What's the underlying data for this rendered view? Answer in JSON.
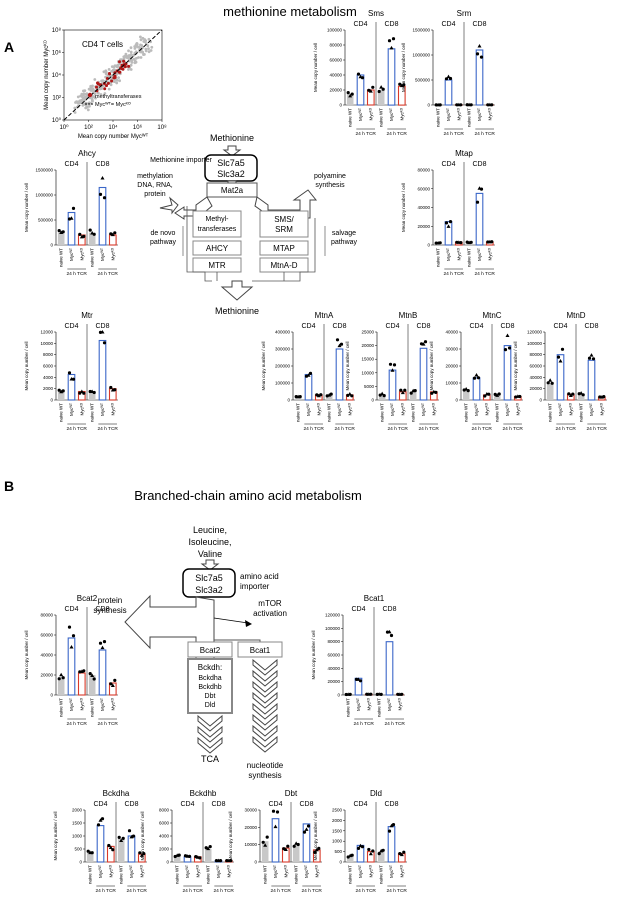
{
  "sectionA": {
    "letter": "A",
    "title": "methionine metabolism",
    "scatter": {
      "label": "CD4 T cells",
      "xlabel": "Mean copy number Mycᵂᵀ",
      "ylabel": "Mean copy number Mycᴷᴼ",
      "legend_dot": "methyltransferases",
      "legend_line": "Mycᵂᵀ= Mycᴷᴼ",
      "xticks": [
        "10⁰",
        "10²",
        "10⁴",
        "10⁶",
        "10⁸"
      ],
      "yticks": [
        "10⁰",
        "10²",
        "10⁴",
        "10⁶",
        "10⁸"
      ]
    },
    "diagram": {
      "methionine_top": "Methionine",
      "methionine_importer": "Methionine importer",
      "transporter1": "Slc7a5",
      "transporter2": "Slc3a2",
      "mat2a": "Mat2a",
      "methylation_1": "methylation",
      "methylation_2": "DNA, RNA,",
      "methylation_3": "protein",
      "polyamine_1": "polyamine",
      "polyamine_2": "synthesis",
      "methyltransferases_1": "Methyl-",
      "methyltransferases_2": "transferases",
      "sms_srm_1": "SMS/",
      "sms_srm_2": "SRM",
      "de_novo_1": "de novo",
      "de_novo_2": "pathway",
      "salvage_1": "salvage",
      "salvage_2": "pathway",
      "ahcy": "AHCY",
      "mtap": "MTAP",
      "mtr": "MTR",
      "mtna_d": "MtnA-D",
      "methionine_bottom": "Methionine"
    }
  },
  "sectionB": {
    "letter": "B",
    "title": "Branched-chain amino acid metabolism",
    "diagram": {
      "substrates_1": "Leucine,",
      "substrates_2": "Isoleucine,",
      "substrates_3": "Valine",
      "transporter1": "Slc7a5",
      "transporter2": "Slc3a2",
      "importer_1": "amino acid",
      "importer_2": "importer",
      "protein_1": "protein",
      "protein_2": "synthesis",
      "mtor_1": "mTOR",
      "mtor_2": "activation",
      "bcat2": "Bcat2",
      "bcat1": "Bcat1",
      "bckdh_title": "Bckdh:",
      "bckdh_items": [
        "Bckdha",
        "Bckdhb",
        "Dbt",
        "Dld"
      ],
      "tca": "TCA",
      "nucleotide_1": "nucleotide",
      "nucleotide_2": "synthesis"
    }
  },
  "common": {
    "ylabel": "Mean copy number / cell",
    "group1": "CD4",
    "group2": "CD8",
    "xcat_naive": "naive WT",
    "xcat_wt": "Mycᵂᵀ",
    "xcat_ko": "Mycᴷᴼ",
    "tcr_label": "24 h TCR"
  },
  "colors": {
    "naive": "#c8c8c8",
    "wt": "#3a66c8",
    "ko": "#d83a2a"
  },
  "chart_data": [
    {
      "type": "bar",
      "title": "Sms",
      "categories": [
        "CD4 naive WT",
        "CD4 Myc WT",
        "CD4 Myc KO",
        "CD8 naive WT",
        "CD8 Myc WT",
        "CD8 Myc KO"
      ],
      "values": [
        15000,
        40000,
        20000,
        20000,
        75000,
        25000
      ],
      "yticks": [
        "0",
        "20000",
        "40000",
        "60000",
        "80000",
        "100000"
      ],
      "ylim": [
        0,
        100000
      ]
    },
    {
      "type": "bar",
      "title": "Srm",
      "categories": [
        "CD4 naive WT",
        "CD4 Myc WT",
        "CD4 Myc KO",
        "CD8 naive WT",
        "CD8 Myc WT",
        "CD8 Myc KO"
      ],
      "values": [
        2000,
        500000,
        5000,
        5000,
        1100000,
        5000
      ],
      "yticks": [
        "0",
        "500000",
        "1000000",
        "1500000"
      ],
      "ylim": [
        0,
        1500000
      ]
    },
    {
      "type": "bar",
      "title": "Ahcy",
      "categories": [
        "CD4 naive WT",
        "CD4 Myc WT",
        "CD4 Myc KO",
        "CD8 naive WT",
        "CD8 Myc WT",
        "CD8 Myc KO"
      ],
      "values": [
        250000,
        650000,
        200000,
        250000,
        1150000,
        200000
      ],
      "yticks": [
        "0",
        "500000",
        "1000000",
        "1500000"
      ],
      "ylim": [
        0,
        1500000
      ]
    },
    {
      "type": "bar",
      "title": "Mtap",
      "categories": [
        "CD4 naive WT",
        "CD4 Myc WT",
        "CD4 Myc KO",
        "CD8 naive WT",
        "CD8 Myc WT",
        "CD8 Myc KO"
      ],
      "values": [
        2000,
        25000,
        3000,
        3000,
        55000,
        3000
      ],
      "yticks": [
        "0",
        "20000",
        "40000",
        "60000",
        "80000"
      ],
      "ylim": [
        0,
        80000
      ]
    },
    {
      "type": "bar",
      "title": "Mtr",
      "categories": [
        "CD4 naive WT",
        "CD4 Myc WT",
        "CD4 Myc KO",
        "CD8 naive WT",
        "CD8 Myc WT",
        "CD8 Myc KO"
      ],
      "values": [
        1500,
        4500,
        1500,
        1500,
        10500,
        2000
      ],
      "yticks": [
        "0",
        "2000",
        "4000",
        "6000",
        "8000",
        "10000",
        "12000"
      ],
      "ylim": [
        0,
        12000
      ]
    },
    {
      "type": "bar",
      "title": "MtnA",
      "categories": [
        "CD4 naive WT",
        "CD4 Myc WT",
        "CD4 Myc KO",
        "CD8 naive WT",
        "CD8 Myc WT",
        "CD8 Myc KO"
      ],
      "values": [
        20000,
        150000,
        30000,
        30000,
        300000,
        30000
      ],
      "yticks": [
        "0",
        "100000",
        "200000",
        "300000",
        "400000"
      ],
      "ylim": [
        0,
        400000
      ]
    },
    {
      "type": "bar",
      "title": "MtnB",
      "categories": [
        "CD4 naive WT",
        "CD4 Myc WT",
        "CD4 Myc KO",
        "CD8 naive WT",
        "CD8 Myc WT",
        "CD8 Myc KO"
      ],
      "values": [
        2000,
        11000,
        3000,
        3000,
        19000,
        3000
      ],
      "yticks": [
        "0",
        "5000",
        "10000",
        "15000",
        "20000",
        "25000"
      ],
      "ylim": [
        0,
        25000
      ]
    },
    {
      "type": "bar",
      "title": "MtnC",
      "categories": [
        "CD4 naive WT",
        "CD4 Myc WT",
        "CD4 Myc KO",
        "CD8 naive WT",
        "CD8 Myc WT",
        "CD8 Myc KO"
      ],
      "values": [
        6000,
        13000,
        3000,
        3000,
        32000,
        2000
      ],
      "yticks": [
        "0",
        "10000",
        "20000",
        "30000",
        "40000"
      ],
      "ylim": [
        0,
        40000
      ]
    },
    {
      "type": "bar",
      "title": "MtnD",
      "categories": [
        "CD4 naive WT",
        "CD4 Myc WT",
        "CD4 Myc KO",
        "CD8 naive WT",
        "CD8 Myc WT",
        "CD8 Myc KO"
      ],
      "values": [
        30000,
        80000,
        10000,
        10000,
        70000,
        5000
      ],
      "yticks": [
        "0",
        "20000",
        "40000",
        "60000",
        "80000",
        "100000",
        "120000"
      ],
      "ylim": [
        0,
        120000
      ]
    },
    {
      "type": "bar",
      "title": "Bcat2",
      "categories": [
        "CD4 naive WT",
        "CD4 Myc WT",
        "CD4 Myc KO",
        "CD8 naive WT",
        "CD8 Myc WT",
        "CD8 Myc KO"
      ],
      "values": [
        18000,
        57000,
        22000,
        20000,
        45000,
        12000
      ],
      "yticks": [
        "0",
        "20000",
        "40000",
        "60000",
        "80000"
      ],
      "ylim": [
        0,
        80000
      ]
    },
    {
      "type": "bar",
      "title": "Bcat1",
      "categories": [
        "CD4 naive WT",
        "CD4 Myc WT",
        "CD4 Myc KO",
        "CD8 naive WT",
        "CD8 Myc WT",
        "CD8 Myc KO"
      ],
      "values": [
        1000,
        25000,
        1000,
        1000,
        80000,
        1000
      ],
      "yticks": [
        "0",
        "20000",
        "40000",
        "60000",
        "80000",
        "100000",
        "120000"
      ],
      "ylim": [
        0,
        120000
      ]
    },
    {
      "type": "bar",
      "title": "Bckdha",
      "categories": [
        "CD4 naive WT",
        "CD4 Myc WT",
        "CD4 Myc KO",
        "CD8 naive WT",
        "CD8 Myc WT",
        "CD8 Myc KO"
      ],
      "values": [
        400,
        1400,
        600,
        900,
        1000,
        300
      ],
      "yticks": [
        "0",
        "500",
        "1000",
        "1500",
        "2000"
      ],
      "ylim": [
        0,
        2000
      ]
    },
    {
      "type": "bar",
      "title": "Bckdhb",
      "categories": [
        "CD4 naive WT",
        "CD4 Myc WT",
        "CD4 Myc KO",
        "CD8 naive WT",
        "CD8 Myc WT",
        "CD8 Myc KO"
      ],
      "values": [
        1000,
        800,
        800,
        2000,
        200,
        200
      ],
      "yticks": [
        "0",
        "2000",
        "4000",
        "6000",
        "8000"
      ],
      "ylim": [
        0,
        8000
      ]
    },
    {
      "type": "bar",
      "title": "Dbt",
      "categories": [
        "CD4 naive WT",
        "CD4 Myc WT",
        "CD4 Myc KO",
        "CD8 naive WT",
        "CD8 Myc WT",
        "CD8 Myc KO"
      ],
      "values": [
        12000,
        25000,
        8000,
        10000,
        22000,
        7000
      ],
      "yticks": [
        "0",
        "10000",
        "20000",
        "30000"
      ],
      "ylim": [
        0,
        30000
      ]
    },
    {
      "type": "bar",
      "title": "Dld",
      "categories": [
        "CD4 naive WT",
        "CD4 Myc WT",
        "CD4 Myc KO",
        "CD8 naive WT",
        "CD8 Myc WT",
        "CD8 Myc KO"
      ],
      "values": [
        300,
        800,
        500,
        500,
        1700,
        400
      ],
      "yticks": [
        "0",
        "500",
        "1000",
        "1500",
        "2000",
        "2500"
      ],
      "ylim": [
        0,
        2500
      ]
    }
  ]
}
